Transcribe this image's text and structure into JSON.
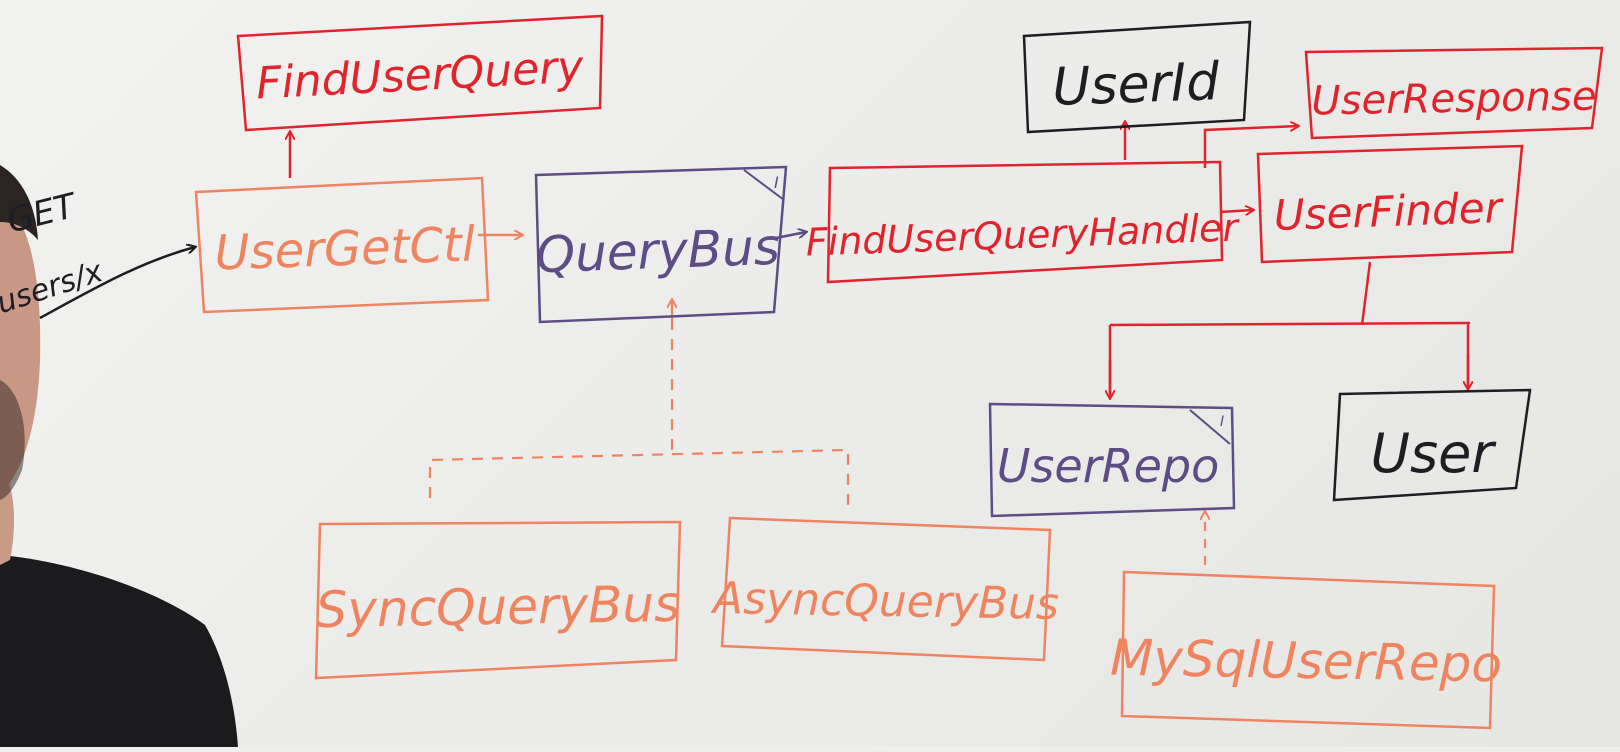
{
  "nodes": {
    "find_user_query": {
      "label": "FindUserQuery"
    },
    "user_get_ctl": {
      "label": "UserGetCtl"
    },
    "query_bus": {
      "label": "QueryBus",
      "marker": "I"
    },
    "find_user_query_handler": {
      "label": "FindUserQueryHandler"
    },
    "user_id": {
      "label": "UserId"
    },
    "user_response": {
      "label": "UserResponse"
    },
    "user_finder": {
      "label": "UserFinder"
    },
    "user_repo": {
      "label": "UserRepo",
      "marker": "I"
    },
    "user": {
      "label": "User"
    },
    "sync_query_bus": {
      "label": "SyncQueryBus"
    },
    "async_query_bus": {
      "label": "AsyncQueryBus"
    },
    "mysql_user_repo": {
      "label": "MySqlUserRepo"
    }
  },
  "request": {
    "method_fragment": "GET",
    "route_fragment": "users/x"
  },
  "colors": {
    "red": "#e0242c",
    "black": "#1e1e22",
    "purple": "#5d4d86",
    "orange": "#ee8560",
    "board": "#eeeeec"
  }
}
